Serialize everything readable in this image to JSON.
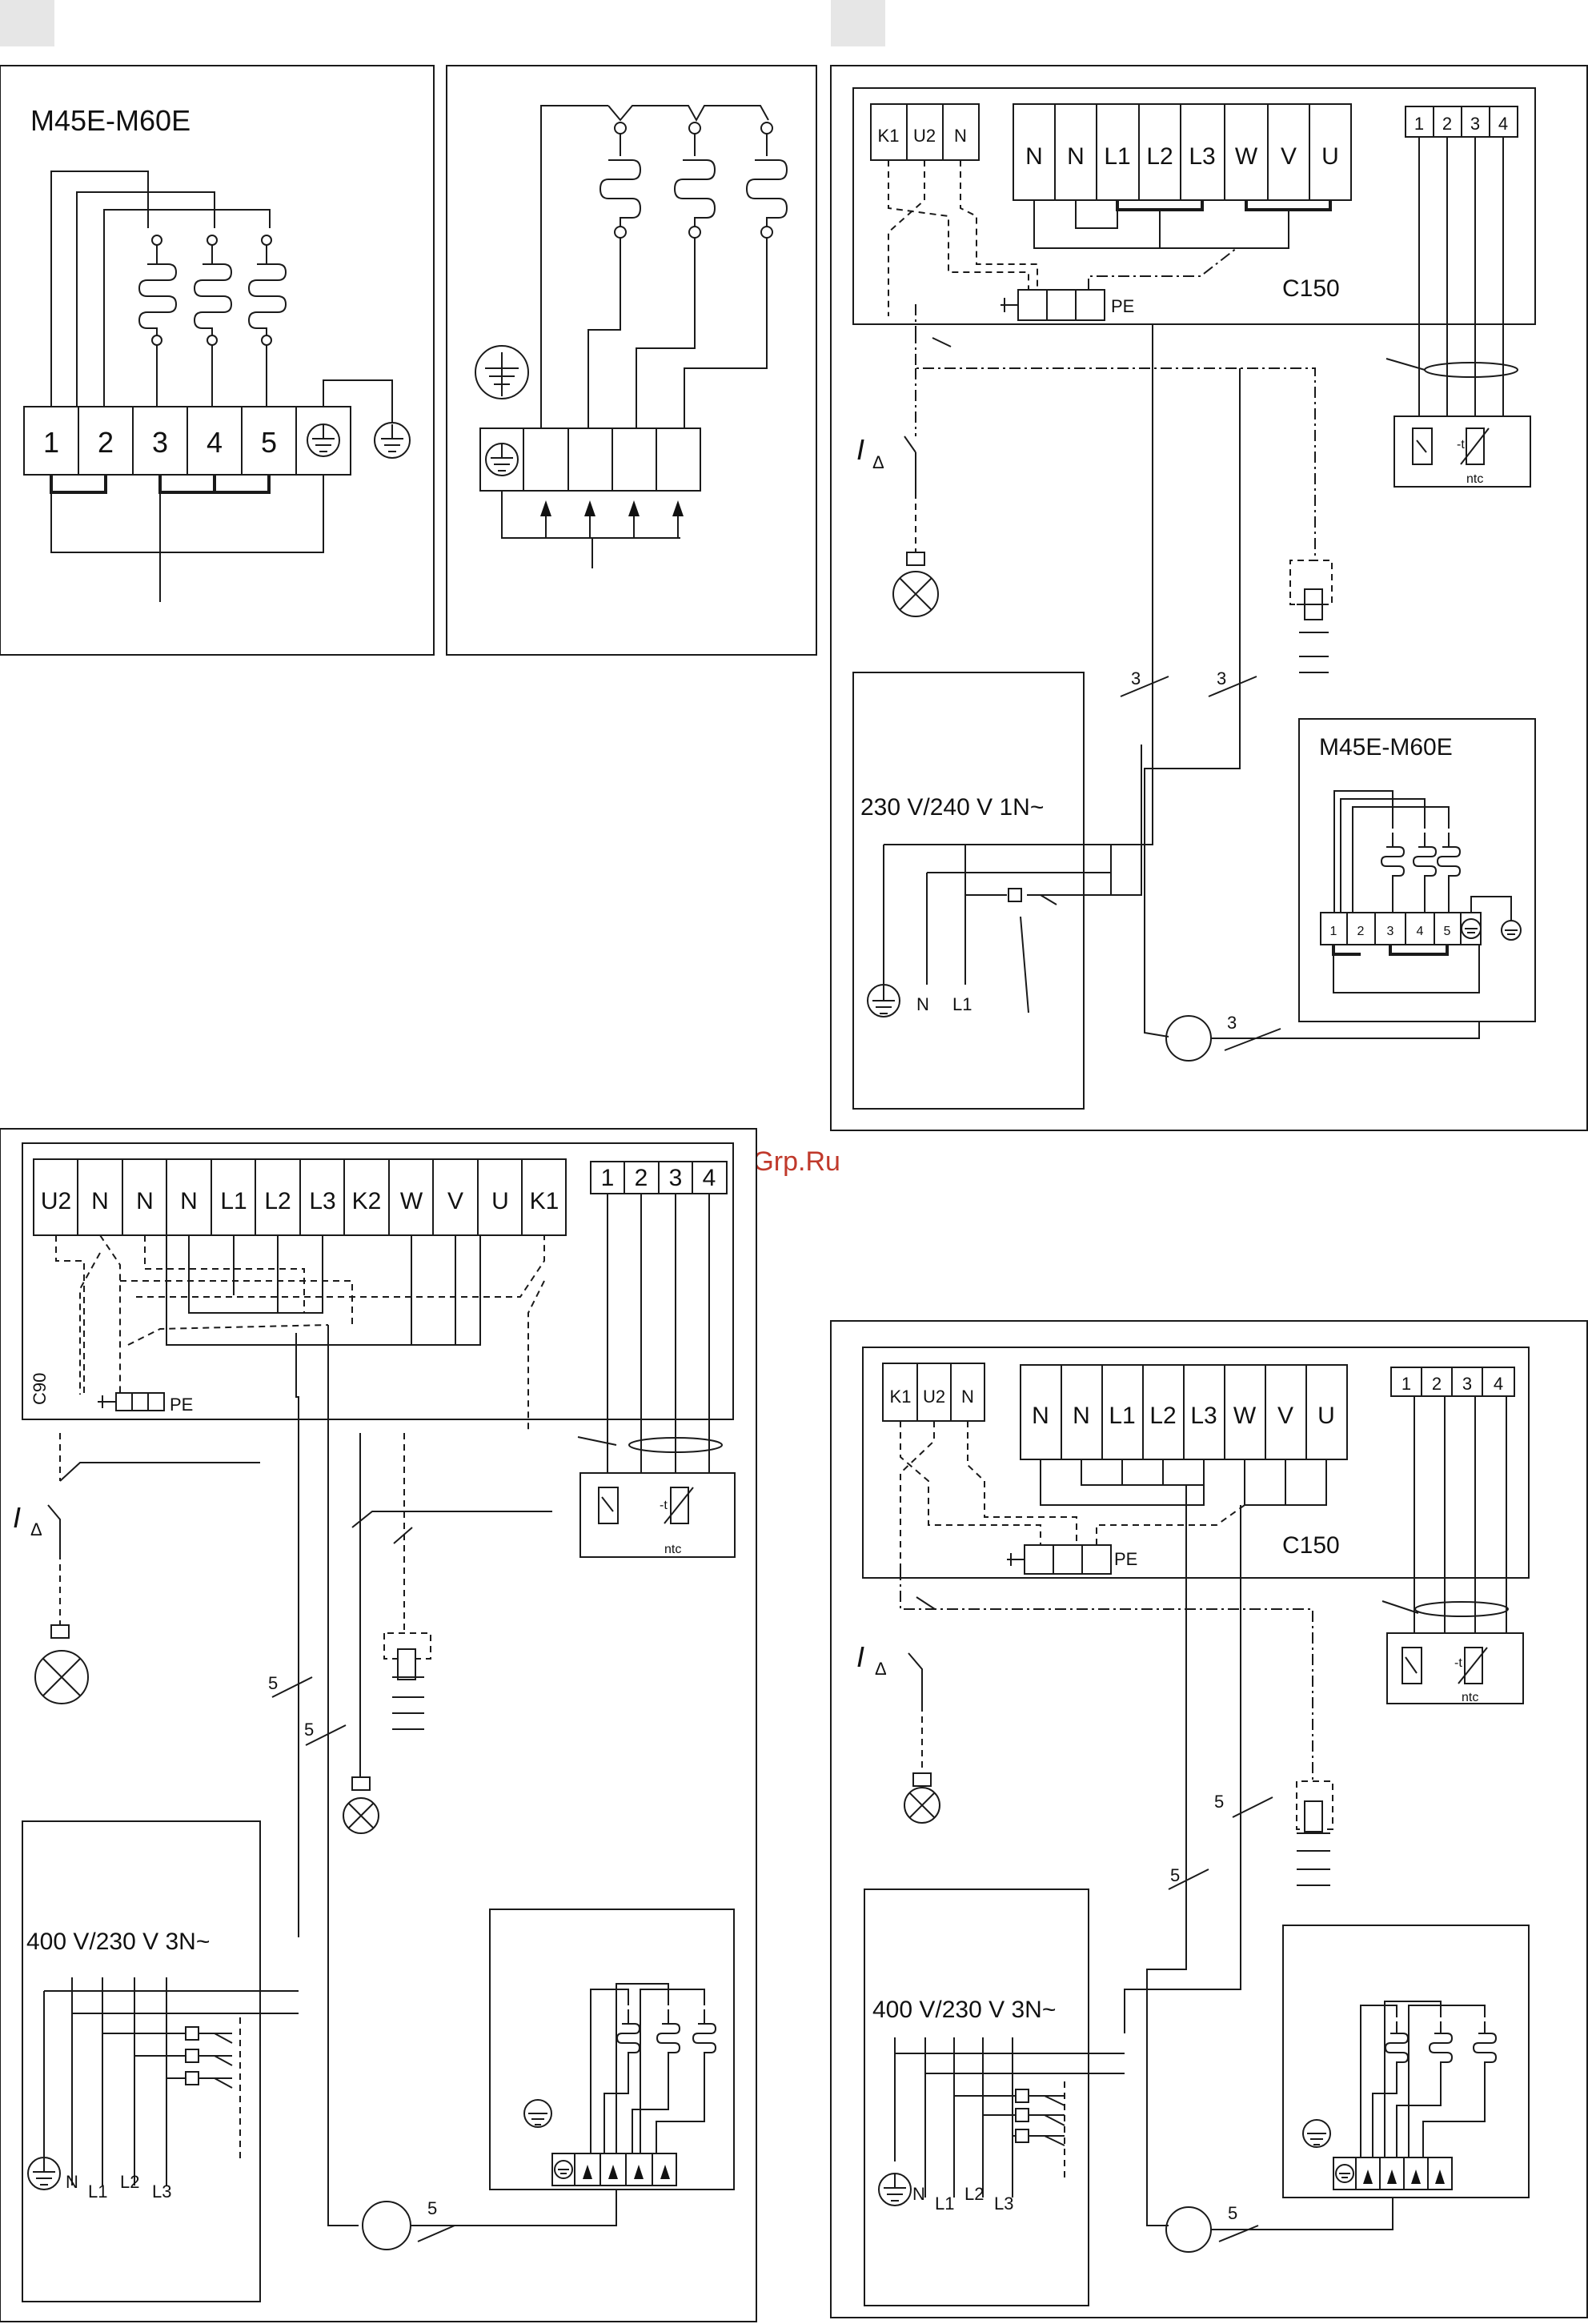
{
  "header_tabs": [
    "",
    ""
  ],
  "watermark": "McGrp.Ru",
  "panel_a": {
    "model": "M45E-M60E",
    "terminals": [
      "1",
      "2",
      "3",
      "4",
      "5"
    ]
  },
  "panel_c": {
    "relay_terminals": [
      "K1",
      "U2",
      "N"
    ],
    "main_terminals": [
      "N",
      "N",
      "L1",
      "L2",
      "L3",
      "W",
      "V",
      "U"
    ],
    "sensor_terminals": [
      "1",
      "2",
      "3",
      "4"
    ],
    "pe_label": "PE",
    "controller": "C150",
    "rcd_symbol": "I",
    "rcd_sub": "Δ",
    "sensor_label": "ntc",
    "supply": "230 V/240 V 1N~",
    "supply_labels": [
      "N",
      "L1"
    ],
    "cable_counts": [
      "3",
      "3",
      "3"
    ],
    "heater_model": "M45E-M60E",
    "heater_terminals": [
      "1",
      "2",
      "3",
      "4",
      "5"
    ]
  },
  "panel_d": {
    "terminals": [
      "U2",
      "N",
      "N",
      "N",
      "L1",
      "L2",
      "L3",
      "K2",
      "W",
      "V",
      "U",
      "K1"
    ],
    "sensor_terminals": [
      "1",
      "2",
      "3",
      "4"
    ],
    "controller": "C90",
    "pe_label": "PE",
    "rcd_symbol": "I",
    "rcd_sub": "Δ",
    "sensor_label": "ntc",
    "supply": "400 V/230 V 3N~",
    "supply_labels": [
      "N",
      "L1",
      "L2",
      "L3"
    ],
    "cable_counts": [
      "5",
      "5",
      "5"
    ]
  },
  "panel_e": {
    "relay_terminals": [
      "K1",
      "U2",
      "N"
    ],
    "main_terminals": [
      "N",
      "N",
      "L1",
      "L2",
      "L3",
      "W",
      "V",
      "U"
    ],
    "sensor_terminals": [
      "1",
      "2",
      "3",
      "4"
    ],
    "pe_label": "PE",
    "controller": "C150",
    "rcd_symbol": "I",
    "rcd_sub": "Δ",
    "sensor_label": "ntc",
    "supply": "400 V/230 V 3N~",
    "supply_labels": [
      "N",
      "L1",
      "L2",
      "L3"
    ],
    "cable_counts": [
      "5",
      "5",
      "5"
    ]
  }
}
